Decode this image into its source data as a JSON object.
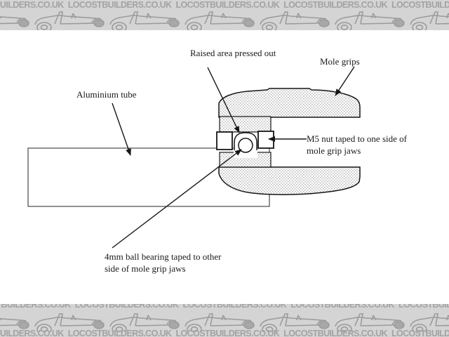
{
  "banner": {
    "watermark_text": "LOCOSTBUILDERS.CO.UK",
    "bg_color": "#d4d4d4",
    "text_color": "#a3a3a3",
    "car_icon": "locost-kit-car-sketch"
  },
  "diagram": {
    "title_context": "Mole grip dimple tool for aluminium tube",
    "labels": {
      "raised_area": "Raised area pressed out",
      "mole_grips": "Mole grips",
      "aluminium_tube": "Aluminium tube",
      "m5_nut_line1": "M5 nut taped to one side of",
      "m5_nut_line2": "mole grip jaws",
      "ball_line1": "4mm ball bearing taped to other",
      "ball_line2": "side of mole grip jaws"
    },
    "parts": {
      "tube": "aluminium-tube-outline",
      "top_jaw": "mole-grip-top-jaw",
      "bottom_jaw": "mole-grip-bottom-jaw",
      "m5_nut": "m5-nut-square",
      "spacer_block": "left-spacer-square",
      "raised_dome": "pressed-dome",
      "ball_bearing": "4mm-ball-bearing"
    },
    "colors": {
      "line": "#161616",
      "tube_line": "#4a4a4a",
      "hatch_dot": "#bdbdbd",
      "background": "#ffffff"
    }
  }
}
